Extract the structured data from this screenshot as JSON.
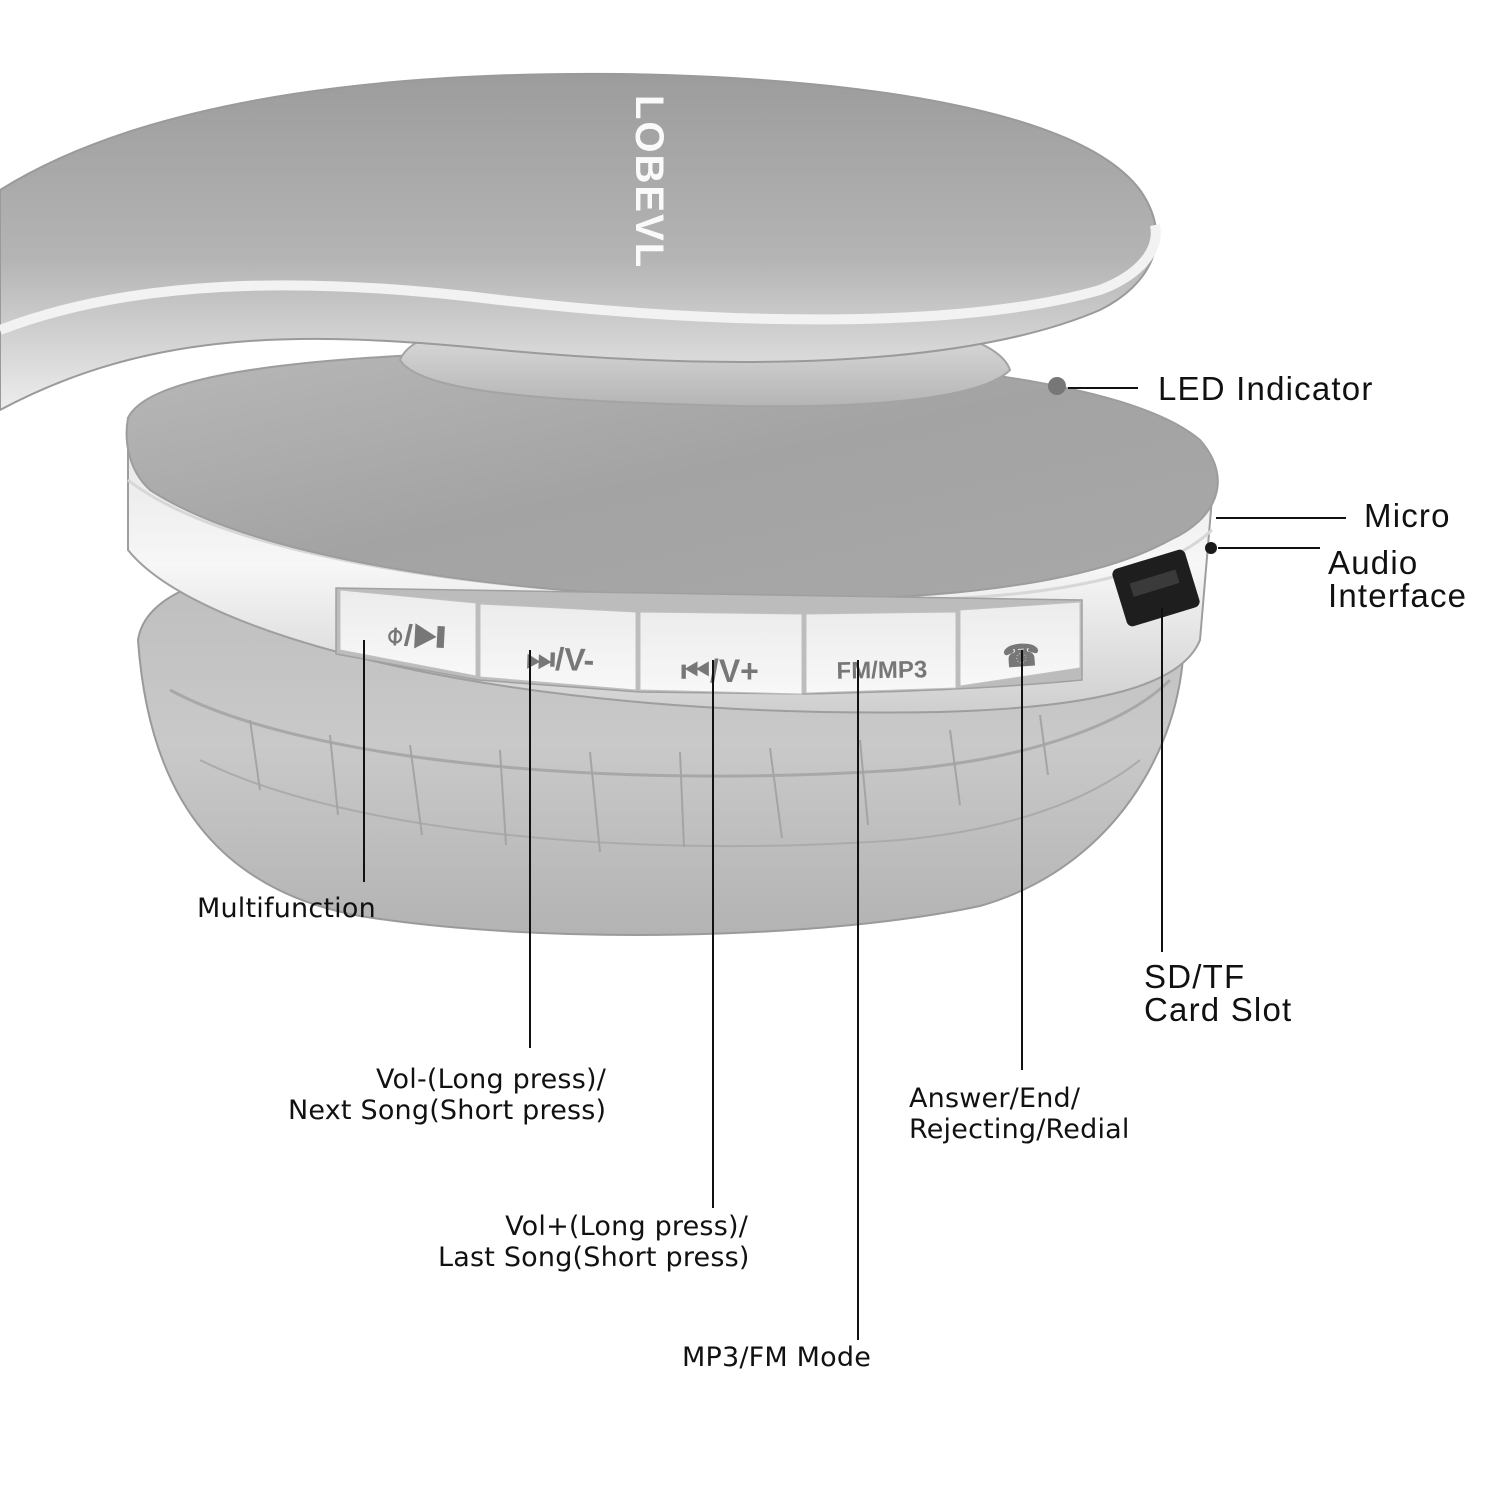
{
  "brand": {
    "logo_text": "LOBEVL",
    "background_color": "#ffffff",
    "body_color": "#a9a9a9",
    "cushion_color": "#c4c4c4"
  },
  "buttons": [
    {
      "id": "multifunction",
      "glyph": "⌽/▶❙"
    },
    {
      "id": "next-vol-down",
      "glyph": "⏭/V-"
    },
    {
      "id": "prev-vol-up",
      "glyph": "⏮/V+"
    },
    {
      "id": "fm-mp3",
      "glyph": "FM/MP3"
    },
    {
      "id": "answer",
      "glyph": "☎"
    }
  ],
  "callouts": {
    "led_indicator": "LED Indicator",
    "micro": "Micro",
    "audio_interface": [
      "Audio",
      "Interface"
    ],
    "sd_card_slot": [
      "SD/TF",
      "Card Slot"
    ],
    "multifunction": "Multifunction",
    "vol_minus": [
      "Vol-(Long press)/",
      "Next Song(Short press)"
    ],
    "vol_plus": [
      "Vol+(Long press)/",
      "Last Song(Short press)"
    ],
    "answer_end": [
      "Answer/End/",
      "Rejecting/Redial"
    ],
    "mp3_fm_mode": "MP3/FM Mode"
  }
}
